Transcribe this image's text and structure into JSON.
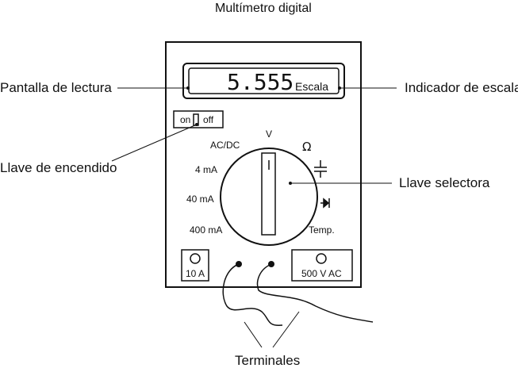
{
  "title": "Multímetro digital",
  "display": {
    "reading": "5.555",
    "scale_label": "Escala"
  },
  "switch": {
    "on": "on",
    "off": "off"
  },
  "dial": {
    "v": "V",
    "acdc": "AC/DC",
    "ohm": "Ω",
    "ma4": "4 mA",
    "ma40": "40 mA",
    "ma400": "400 mA",
    "temp": "Temp."
  },
  "terminals": {
    "left": "10 A",
    "right": "500 V AC"
  },
  "callouts": {
    "display": "Pantalla de lectura",
    "scale": "Indicador de escala",
    "power": "Llave de encendido",
    "selector": "Llave selectora",
    "terminals": "Terminales"
  }
}
